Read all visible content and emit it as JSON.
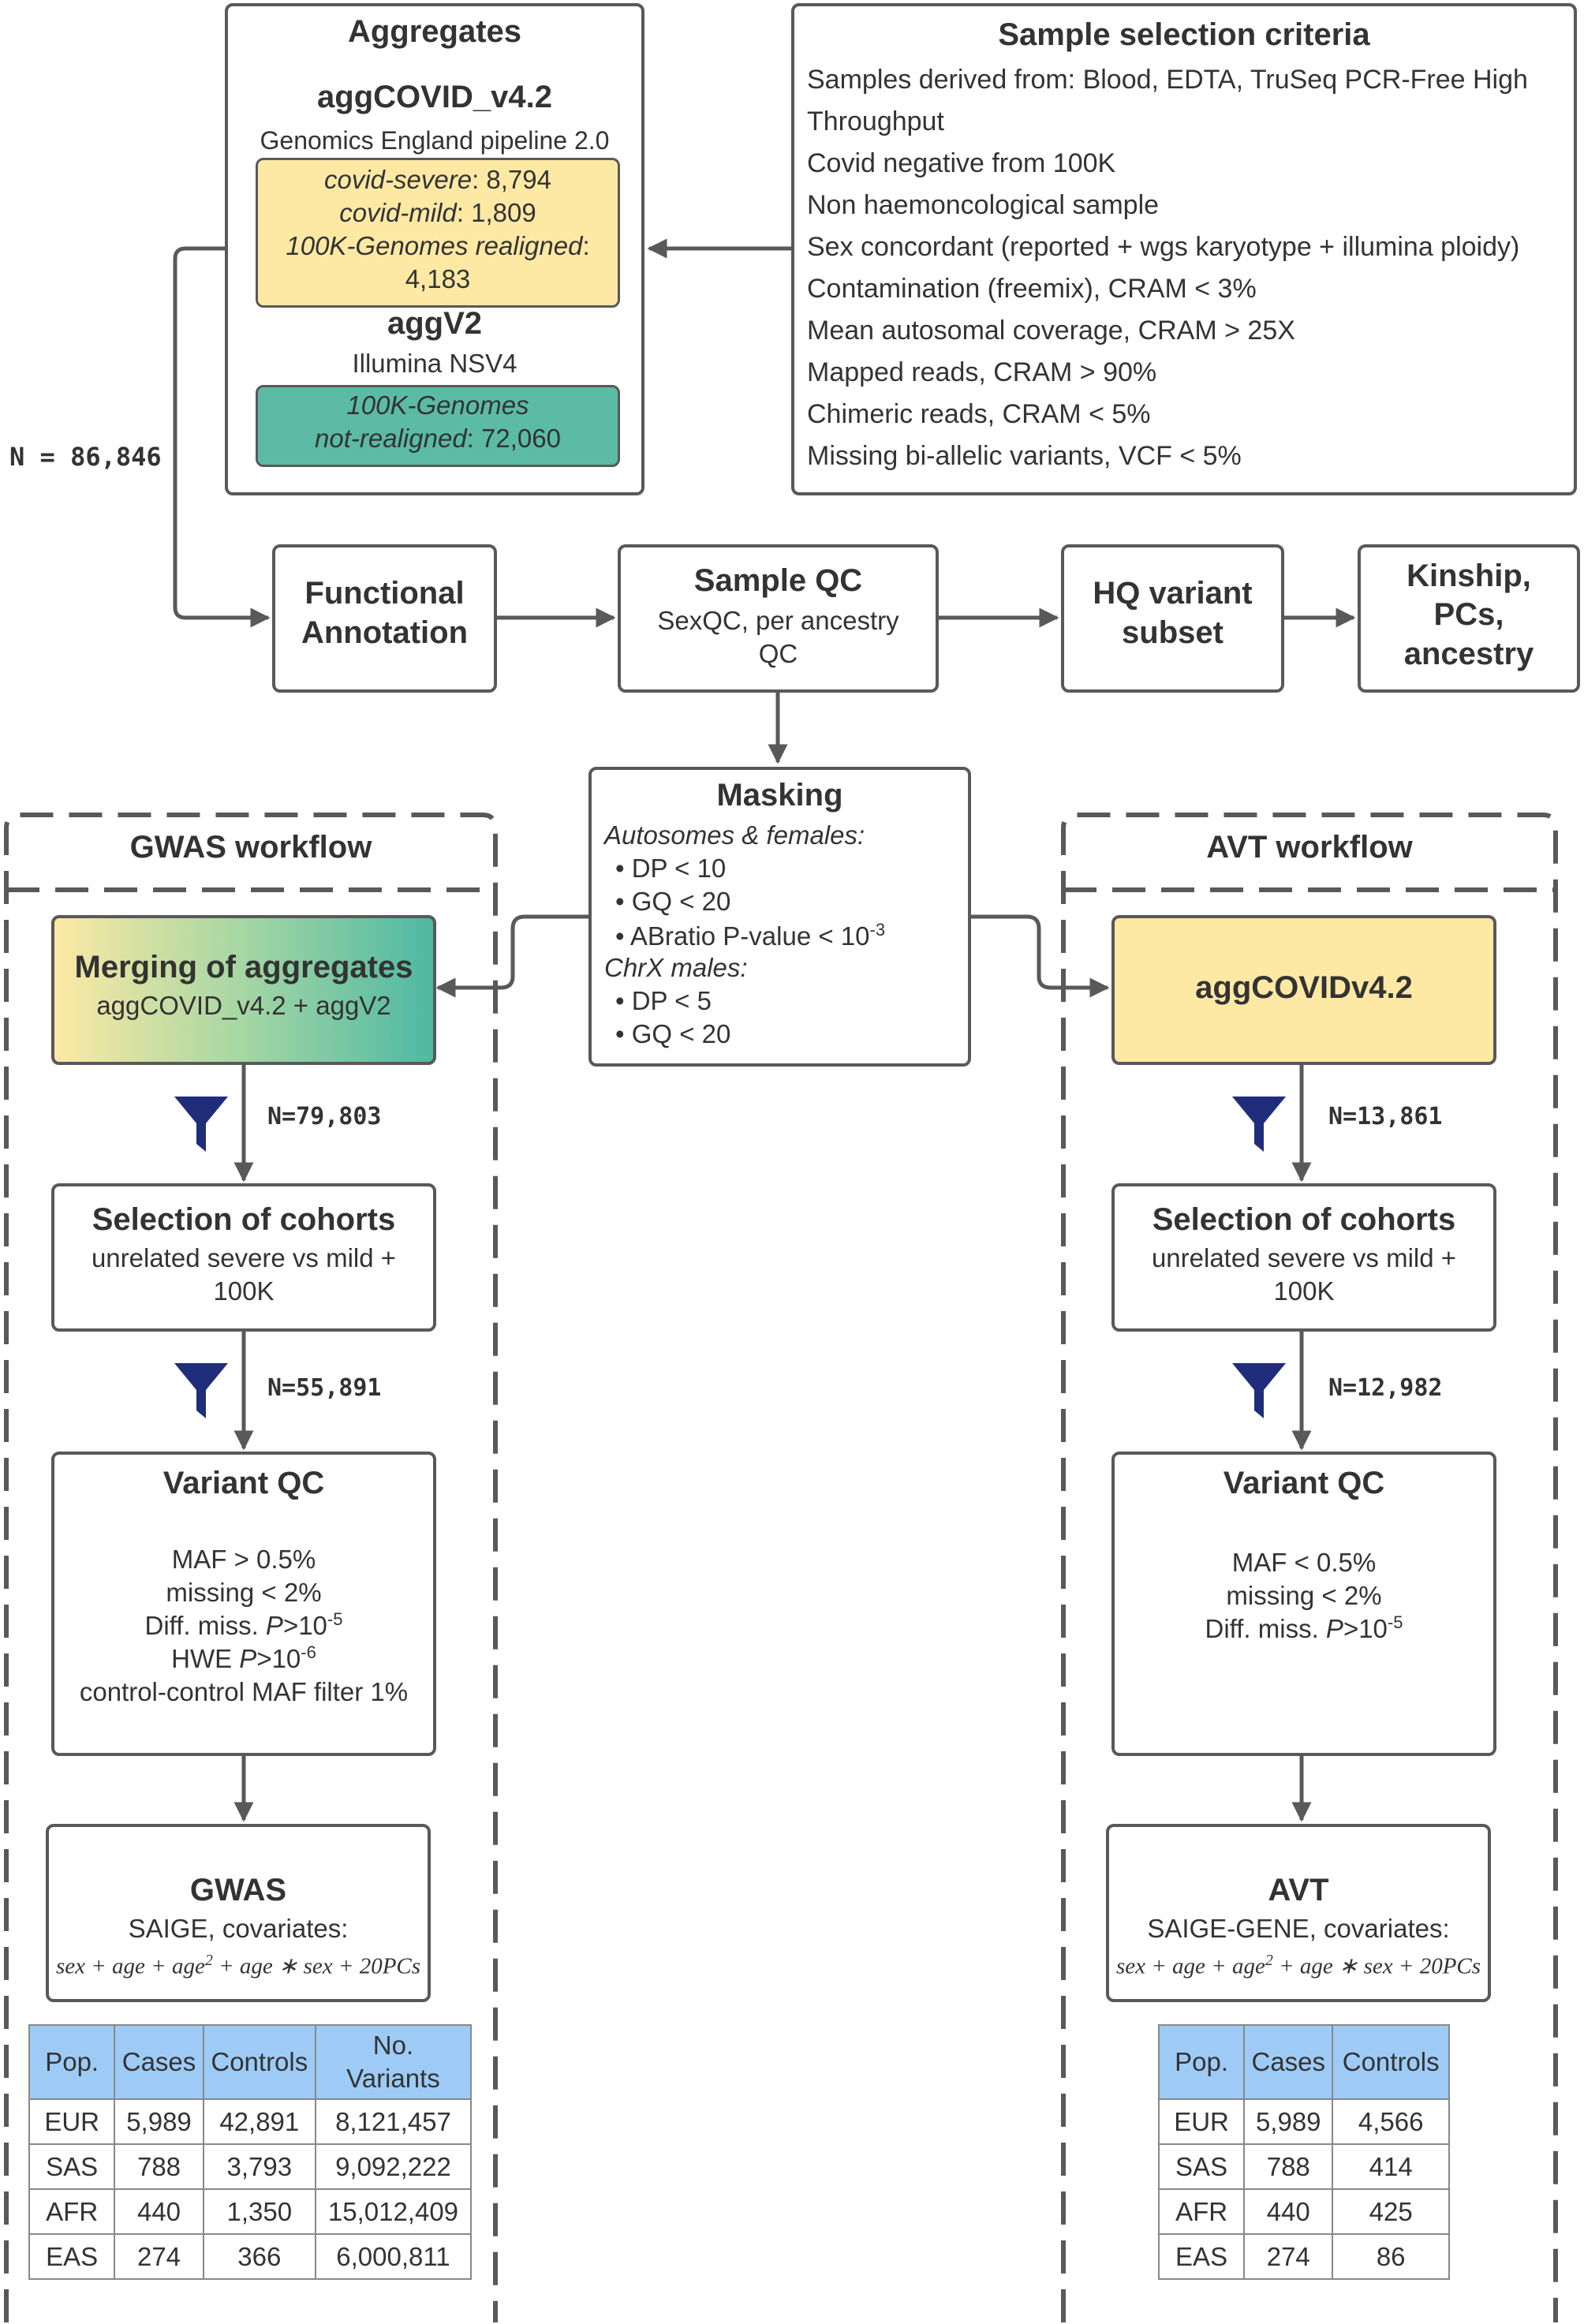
{
  "n_total": "N = 86,846",
  "aggregates": {
    "title": "Aggregates",
    "agg1": {
      "name": "aggCOVID_v4.2",
      "pipeline": "Genomics England pipeline 2.0",
      "line1_label": "covid-severe",
      "line1_value": ": 8,794",
      "line2_label": "covid-mild",
      "line2_value": ": 1,809",
      "line3_label": "100K-Genomes realigned",
      "line3_value": ":",
      "line4": "4,183"
    },
    "agg2": {
      "name": "aggV2",
      "pipeline": "Illumina NSV4",
      "line1_label": "100K-Genomes",
      "line2_label": "not-realigned",
      "line2_value": ": 72,060"
    }
  },
  "criteria": {
    "title": "Sample selection criteria",
    "items": [
      "Samples derived from: Blood, EDTA, TruSeq PCR-Free High",
      "Throughput",
      "Covid negative from 100K",
      "Non haemoncological sample",
      "Sex concordant (reported + wgs karyotype + illumina ploidy)",
      "Contamination (freemix), CRAM < 3%",
      "Mean autosomal coverage, CRAM > 25X",
      "Mapped reads, CRAM > 90%",
      "Chimeric reads, CRAM < 5%",
      "Missing bi-allelic variants, VCF < 5%"
    ]
  },
  "pipeline": {
    "functional": {
      "line1": "Functional",
      "line2": "Annotation"
    },
    "sample_qc": {
      "title": "Sample QC",
      "line1": "SexQC, per ancestry",
      "line2": "QC"
    },
    "hq": {
      "line1": "HQ variant",
      "line2": "subset"
    },
    "kinship": {
      "line1": "Kinship,",
      "line2": "PCs,",
      "line3": "ancestry"
    }
  },
  "masking": {
    "title": "Masking",
    "auto_header": "Autosomes & females:",
    "auto_items": [
      "• DP < 10",
      "• GQ < 20"
    ],
    "abratio": "• ABratio P-value < 10",
    "abratio_exp": "-3",
    "chrx_header": "ChrX males:",
    "chrx_items": [
      "• DP < 5",
      "• GQ < 20"
    ]
  },
  "gwas": {
    "header": "GWAS workflow",
    "merge_title": "Merging of aggregates",
    "merge_sub": "aggCOVID_v4.2 + aggV2",
    "n1": "N=79,803",
    "cohort_title": "Selection of cohorts",
    "cohort_line1": "unrelated severe vs mild +",
    "cohort_line2": "100K",
    "n2": "N=55,891",
    "vqc_title": "Variant QC",
    "vqc_maf": "MAF > 0.5%",
    "vqc_missing": "missing < 2%",
    "vqc_diff_prefix": "Diff. miss. ",
    "vqc_diff_p": "P",
    "vqc_diff_rest": ">10",
    "vqc_diff_exp": "-5",
    "vqc_hwe_prefix": "HWE ",
    "vqc_hwe_p": "P",
    "vqc_hwe_rest": ">10",
    "vqc_hwe_exp": "-6",
    "vqc_cc": "control-control MAF filter 1%",
    "analysis_title": "GWAS",
    "analysis_sub": "SAIGE, covariates:",
    "formula_a": "sex + age + age",
    "formula_exp": "2",
    "formula_b": " + age ∗ sex + 20PCs",
    "table": {
      "headers": [
        "Pop.",
        "Cases",
        "Controls",
        "No.",
        "Variants"
      ],
      "rows": [
        [
          "EUR",
          "5,989",
          "42,891",
          "8,121,457"
        ],
        [
          "SAS",
          "788",
          "3,793",
          "9,092,222"
        ],
        [
          "AFR",
          "440",
          "1,350",
          "15,012,409"
        ],
        [
          "EAS",
          "274",
          "366",
          "6,000,811"
        ]
      ]
    }
  },
  "avt": {
    "header": "AVT workflow",
    "agg_title": "aggCOVIDv4.2",
    "n1": "N=13,861",
    "cohort_title": "Selection of cohorts",
    "cohort_line1": "unrelated severe vs mild +",
    "cohort_line2": "100K",
    "n2": "N=12,982",
    "vqc_title": "Variant QC",
    "vqc_maf": "MAF < 0.5%",
    "vqc_missing": "missing < 2%",
    "vqc_diff_prefix": "Diff. miss. ",
    "vqc_diff_p": "P",
    "vqc_diff_rest": ">10",
    "vqc_diff_exp": "-5",
    "analysis_title": "AVT",
    "analysis_sub": "SAIGE-GENE, covariates:",
    "formula_a": "sex + age + age",
    "formula_exp": "2",
    "formula_b": " + age ∗ sex + 20PCs",
    "table": {
      "headers": [
        "Pop.",
        "Cases",
        "Controls"
      ],
      "rows": [
        [
          "EUR",
          "5,989",
          "4,566"
        ],
        [
          "SAS",
          "788",
          "414"
        ],
        [
          "AFR",
          "440",
          "425"
        ],
        [
          "EAS",
          "274",
          "86"
        ]
      ]
    }
  },
  "colors": {
    "border": "#595959",
    "yellow": "#fde9a4",
    "teal": "#5bbba5",
    "funnel": "#1f2d7a",
    "table_header": "#9ecbf6"
  },
  "icons": {
    "filter": "funnel-icon"
  }
}
